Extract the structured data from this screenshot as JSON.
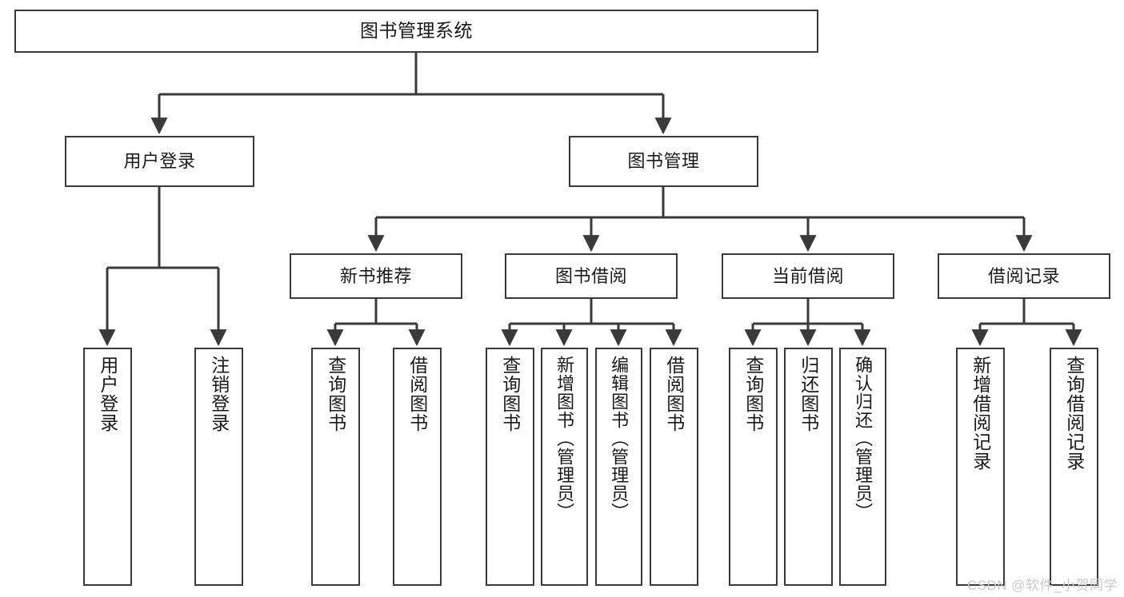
{
  "diagram": {
    "type": "tree-hierarchy",
    "title": "图书管理系统",
    "root": {
      "label": "图书管理系统"
    },
    "level1": [
      {
        "label": "用户登录"
      },
      {
        "label": "图书管理"
      }
    ],
    "level2": [
      {
        "label": "新书推荐"
      },
      {
        "label": "图书借阅"
      },
      {
        "label": "当前借阅"
      },
      {
        "label": "借阅记录"
      }
    ],
    "leaves": [
      {
        "label": "用户登录",
        "parent": "用户登录"
      },
      {
        "label": "注销登录",
        "parent": "用户登录"
      },
      {
        "label": "查询图书",
        "parent": "新书推荐"
      },
      {
        "label": "借阅图书",
        "parent": "新书推荐"
      },
      {
        "label": "查询图书",
        "parent": "图书借阅"
      },
      {
        "label": "新增图书（管理员）",
        "parent": "图书借阅"
      },
      {
        "label": "编辑图书（管理员）",
        "parent": "图书借阅"
      },
      {
        "label": "借阅图书",
        "parent": "图书借阅"
      },
      {
        "label": "查询图书",
        "parent": "当前借阅"
      },
      {
        "label": "归还图书",
        "parent": "当前借阅"
      },
      {
        "label": "确认归还（管理员）",
        "parent": "当前借阅"
      },
      {
        "label": "新增借阅记录",
        "parent": "借阅记录"
      },
      {
        "label": "查询借阅记录",
        "parent": "借阅记录"
      }
    ]
  },
  "colors": {
    "border": "#3a3a3a",
    "connector": "#3a3a3a",
    "background": "#ffffff",
    "text": "#1a1a1a",
    "watermark": "#c9c9c9"
  },
  "watermark": {
    "text": "CSDN @软件_小贺同学"
  }
}
